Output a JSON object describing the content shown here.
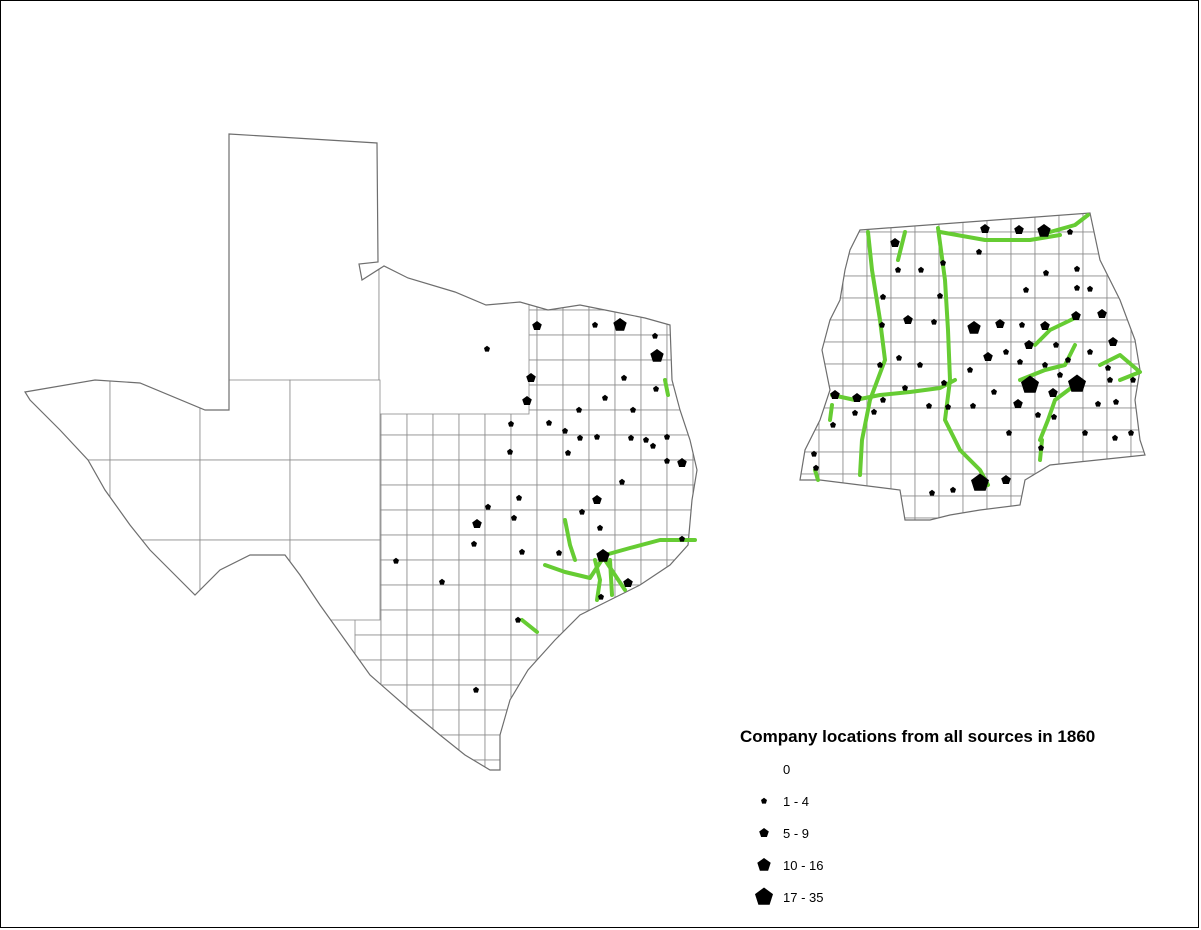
{
  "legend": {
    "title": "Company locations from all sources in 1860",
    "classes": [
      {
        "label": "0",
        "symbol_size": 0
      },
      {
        "label": "1 - 4",
        "symbol_size": 1
      },
      {
        "label": "5 - 9",
        "symbol_size": 2
      },
      {
        "label": "10 - 16",
        "symbol_size": 3
      },
      {
        "label": "17 - 35",
        "symbol_size": 4
      }
    ]
  },
  "colors": {
    "railroad": "#66cc33",
    "symbol": "#000000",
    "county_border": "#8a8a8a",
    "background": "#ffffff"
  }
}
